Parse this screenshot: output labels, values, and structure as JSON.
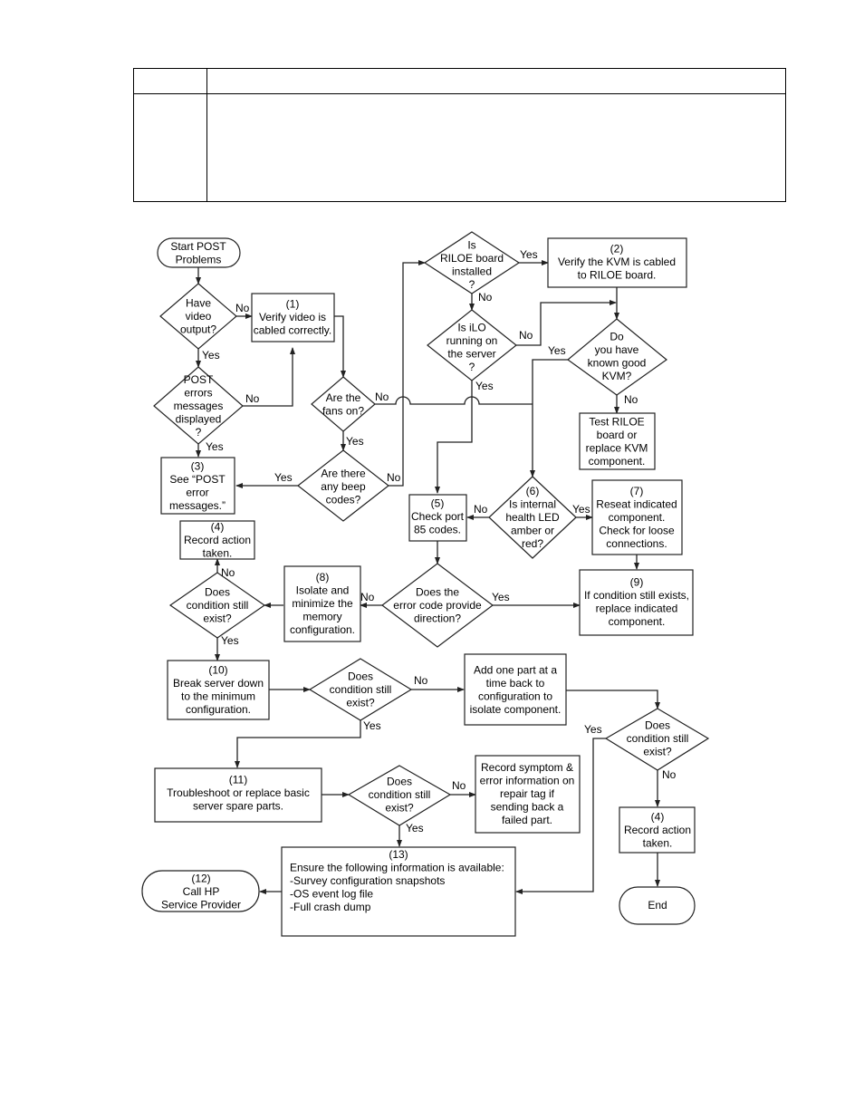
{
  "legend_table": {
    "header": [
      "",
      ""
    ],
    "rows": [
      [
        "",
        ""
      ]
    ]
  },
  "flowchart": {
    "title": "Start POST Problems flowchart",
    "nodes": {
      "start": {
        "type": "terminal",
        "lines": [
          "Start POST",
          "Problems"
        ]
      },
      "q_video": {
        "type": "decision",
        "lines": [
          "Have",
          "video",
          "output?"
        ]
      },
      "box1": {
        "type": "process",
        "lines": [
          "(1)",
          "Verify video is",
          "cabled correctly."
        ]
      },
      "q_post_errors": {
        "type": "decision",
        "lines": [
          "POST",
          "errors",
          "messages",
          "displayed",
          "?"
        ]
      },
      "box3": {
        "type": "process",
        "lines": [
          "(3)",
          "See “POST",
          "error",
          "messages.”"
        ]
      },
      "q_fans": {
        "type": "decision",
        "lines": [
          "Are the",
          "fans on?"
        ]
      },
      "q_beep": {
        "type": "decision",
        "lines": [
          "Are there",
          "any beep",
          "codes?"
        ]
      },
      "q_riloe": {
        "type": "decision",
        "lines": [
          "Is",
          "RILOE board",
          "installed",
          "?"
        ]
      },
      "box2": {
        "type": "process",
        "lines": [
          "(2)",
          "Verify the KVM is cabled",
          "to RILOE board."
        ]
      },
      "q_ilo": {
        "type": "decision",
        "lines": [
          "Is iLO",
          "running on",
          "the server",
          "?"
        ]
      },
      "q_kvm": {
        "type": "decision",
        "lines": [
          "Do",
          "you have",
          "known good",
          "KVM?"
        ]
      },
      "box_test_riloe": {
        "type": "process",
        "lines": [
          "Test RILOE",
          "board or",
          "replace KVM",
          "component."
        ]
      },
      "box5": {
        "type": "process",
        "lines": [
          "(5)",
          "Check port",
          "85 codes."
        ]
      },
      "q_led": {
        "type": "decision",
        "lines": [
          "(6)",
          "Is internal",
          "health LED",
          "amber or",
          "red?"
        ]
      },
      "box7": {
        "type": "process",
        "lines": [
          "(7)",
          "Reseat indicated",
          "component.",
          "Check for loose",
          "connections."
        ]
      },
      "box4a": {
        "type": "process",
        "lines": [
          "(4)",
          "Record action",
          "taken."
        ]
      },
      "q_cond1": {
        "type": "decision",
        "lines": [
          "Does",
          "condition still",
          "exist?"
        ]
      },
      "box8": {
        "type": "process",
        "lines": [
          "(8)",
          "Isolate and",
          "minimize the",
          "memory",
          "configuration."
        ]
      },
      "q_error_dir": {
        "type": "decision",
        "lines": [
          "Does the",
          "error code provide",
          "direction?"
        ]
      },
      "box9": {
        "type": "process",
        "lines": [
          "(9)",
          "If condition still exists,",
          "replace indicated",
          "component."
        ]
      },
      "box10": {
        "type": "process",
        "lines": [
          "(10)",
          "Break server down",
          "to the minimum",
          "configuration."
        ]
      },
      "q_cond2": {
        "type": "decision",
        "lines": [
          "Does",
          "condition still",
          "exist?"
        ]
      },
      "box_add_part": {
        "type": "process",
        "lines": [
          "Add one part at a",
          "time back to",
          "configuration to",
          "isolate component."
        ]
      },
      "q_cond3": {
        "type": "decision",
        "lines": [
          "Does",
          "condition still",
          "exist?"
        ]
      },
      "box11": {
        "type": "process",
        "lines": [
          "(11)",
          "Troubleshoot or replace basic",
          "server spare parts."
        ]
      },
      "q_cond4": {
        "type": "decision",
        "lines": [
          "Does",
          "condition still",
          "exist?"
        ]
      },
      "box_record_symptom": {
        "type": "process",
        "lines": [
          "Record symptom &",
          "error information on",
          "repair tag if",
          "sending back a",
          "failed part."
        ]
      },
      "box4b": {
        "type": "process",
        "lines": [
          "(4)",
          "Record action",
          "taken."
        ]
      },
      "box13": {
        "type": "process",
        "lines": [
          "(13)",
          "Ensure the following information is available:",
          "-Survey configuration snapshots",
          "-OS event log file",
          "-Full crash dump"
        ]
      },
      "term12": {
        "type": "terminal",
        "lines": [
          "(12)",
          "Call HP",
          "Service Provider"
        ]
      },
      "end": {
        "type": "terminal",
        "lines": [
          "End"
        ]
      }
    },
    "edge_labels": {
      "video_no": "No",
      "video_yes": "Yes",
      "post_no": "No",
      "post_yes": "Yes",
      "fans_no": "No",
      "fans_yes": "Yes",
      "beep_yes": "Yes",
      "beep_no": "No",
      "riloe_yes": "Yes",
      "riloe_no": "No",
      "ilo_no": "No",
      "ilo_yes": "Yes",
      "kvm_yes": "Yes",
      "kvm_no": "No",
      "led_no": "No",
      "led_yes": "Yes",
      "cond1_no": "No",
      "cond1_yes": "Yes",
      "errdir_no": "No",
      "errdir_yes": "Yes",
      "cond2_no": "No",
      "cond2_yes": "Yes",
      "cond3_yes": "Yes",
      "cond3_no": "No",
      "cond4_no": "No",
      "cond4_yes": "Yes"
    }
  }
}
